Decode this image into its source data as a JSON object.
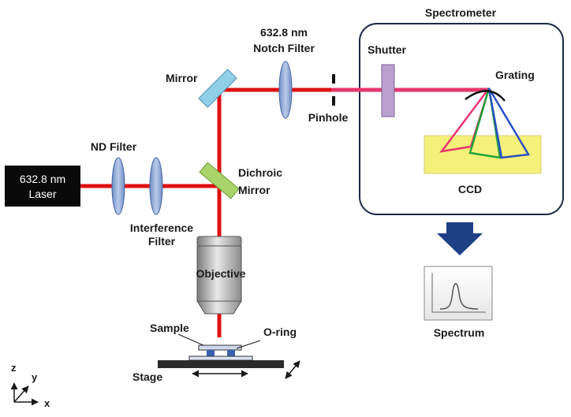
{
  "laser": {
    "line1": "632.8 nm",
    "line2": "Laser"
  },
  "labels": {
    "nd_filter": "ND Filter",
    "interference_filter_line1": "Interference",
    "interference_filter_line2": "Filter",
    "dichroic_line1": "Dichroic",
    "dichroic_line2": "Mirror",
    "mirror": "Mirror",
    "notch_line1": "632.8 nm",
    "notch_line2": "Notch Filter",
    "pinhole": "Pinhole",
    "objective": "Objective",
    "sample": "Sample",
    "o_ring": "O-ring",
    "stage": "Stage",
    "spectrometer": "Spectrometer",
    "shutter": "Shutter",
    "grating": "Grating",
    "ccd": "CCD",
    "spectrum": "Spectrum"
  },
  "axes": {
    "z": "z",
    "y": "y",
    "x": "x"
  },
  "colors": {
    "beam_red": "#e01010",
    "beam_pink": "#e8356e",
    "lens_blue": "#8fa9d6",
    "mirror_blue": "#8fd0e8",
    "dichroic_green": "#a8d46a",
    "ccd_yellow": "#f5f07a",
    "shutter_purple": "#b9a0cf",
    "arrow_navy": "#1f3f87"
  }
}
